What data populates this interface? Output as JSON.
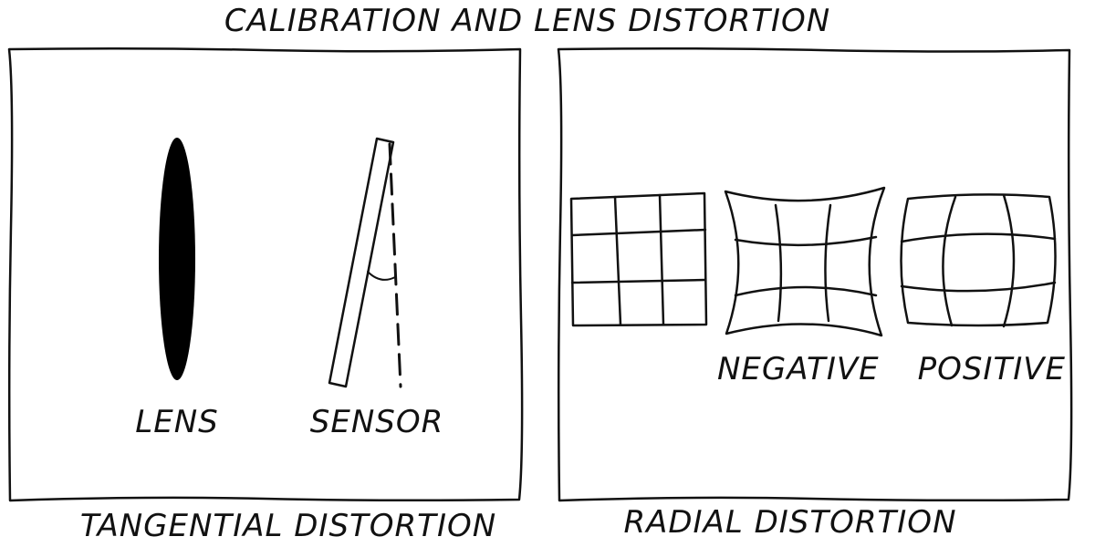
{
  "title": "CALIBRATION AND LENS DISTORTION",
  "panels": {
    "left": {
      "caption": "TANGENTIAL DISTORTION",
      "lens_label": "LENS",
      "sensor_label": "SENSOR"
    },
    "right": {
      "caption": "RADIAL DISTORTION",
      "negative_label": "NEGATIVE",
      "positive_label": "POSITIVE"
    }
  },
  "colors": {
    "ink": "#111111",
    "background": "#ffffff"
  }
}
